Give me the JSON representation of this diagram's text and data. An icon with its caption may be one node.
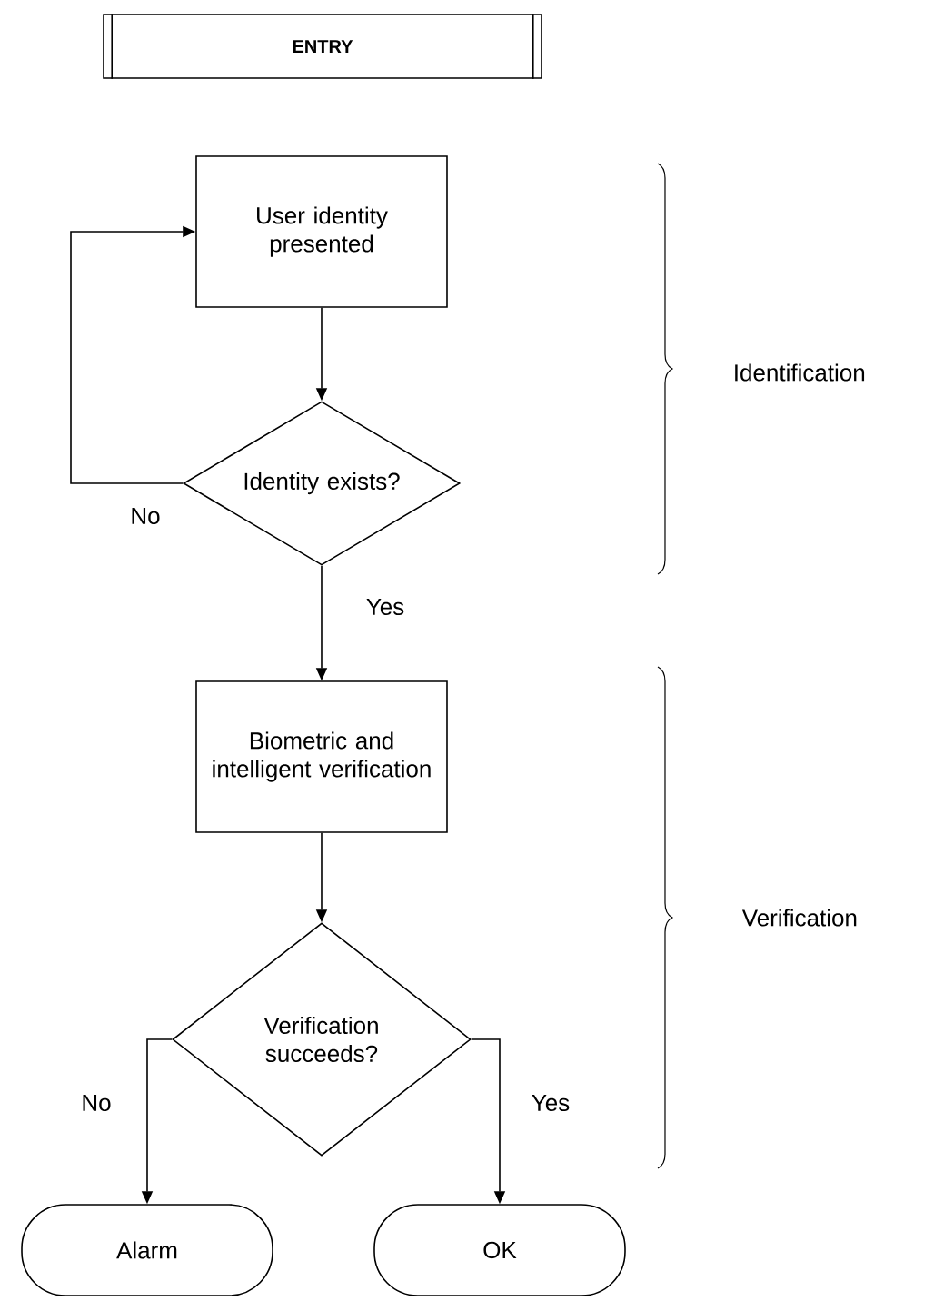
{
  "diagram": {
    "nodes": [
      {
        "text": [
          "ENTRY"
        ]
      },
      {
        "text": [
          "User identity presented"
        ]
      },
      {
        "text": [
          "Identity exists?"
        ]
      },
      {
        "text": [
          "Biometric and intelligent verification"
        ]
      },
      {
        "text": [
          "Verification succeeds?"
        ]
      },
      {
        "text": [
          "Alarm"
        ]
      },
      {
        "text": [
          "OK"
        ]
      }
    ],
    "edges": [
      {
        "from": 1,
        "to": 2,
        "arrow": "to"
      },
      {
        "from": 2,
        "to": 1,
        "arrow": "to",
        "label": "No"
      },
      {
        "from": 2,
        "to": 3,
        "arrow": "to",
        "label": "Yes"
      },
      {
        "from": 3,
        "to": 4,
        "arrow": "to"
      },
      {
        "from": 4,
        "to": 5,
        "arrow": "to",
        "label": "No"
      },
      {
        "from": 4,
        "to": 6,
        "arrow": "to",
        "label": "Yes"
      }
    ],
    "labels": [
      "Identification",
      "Verification"
    ]
  }
}
